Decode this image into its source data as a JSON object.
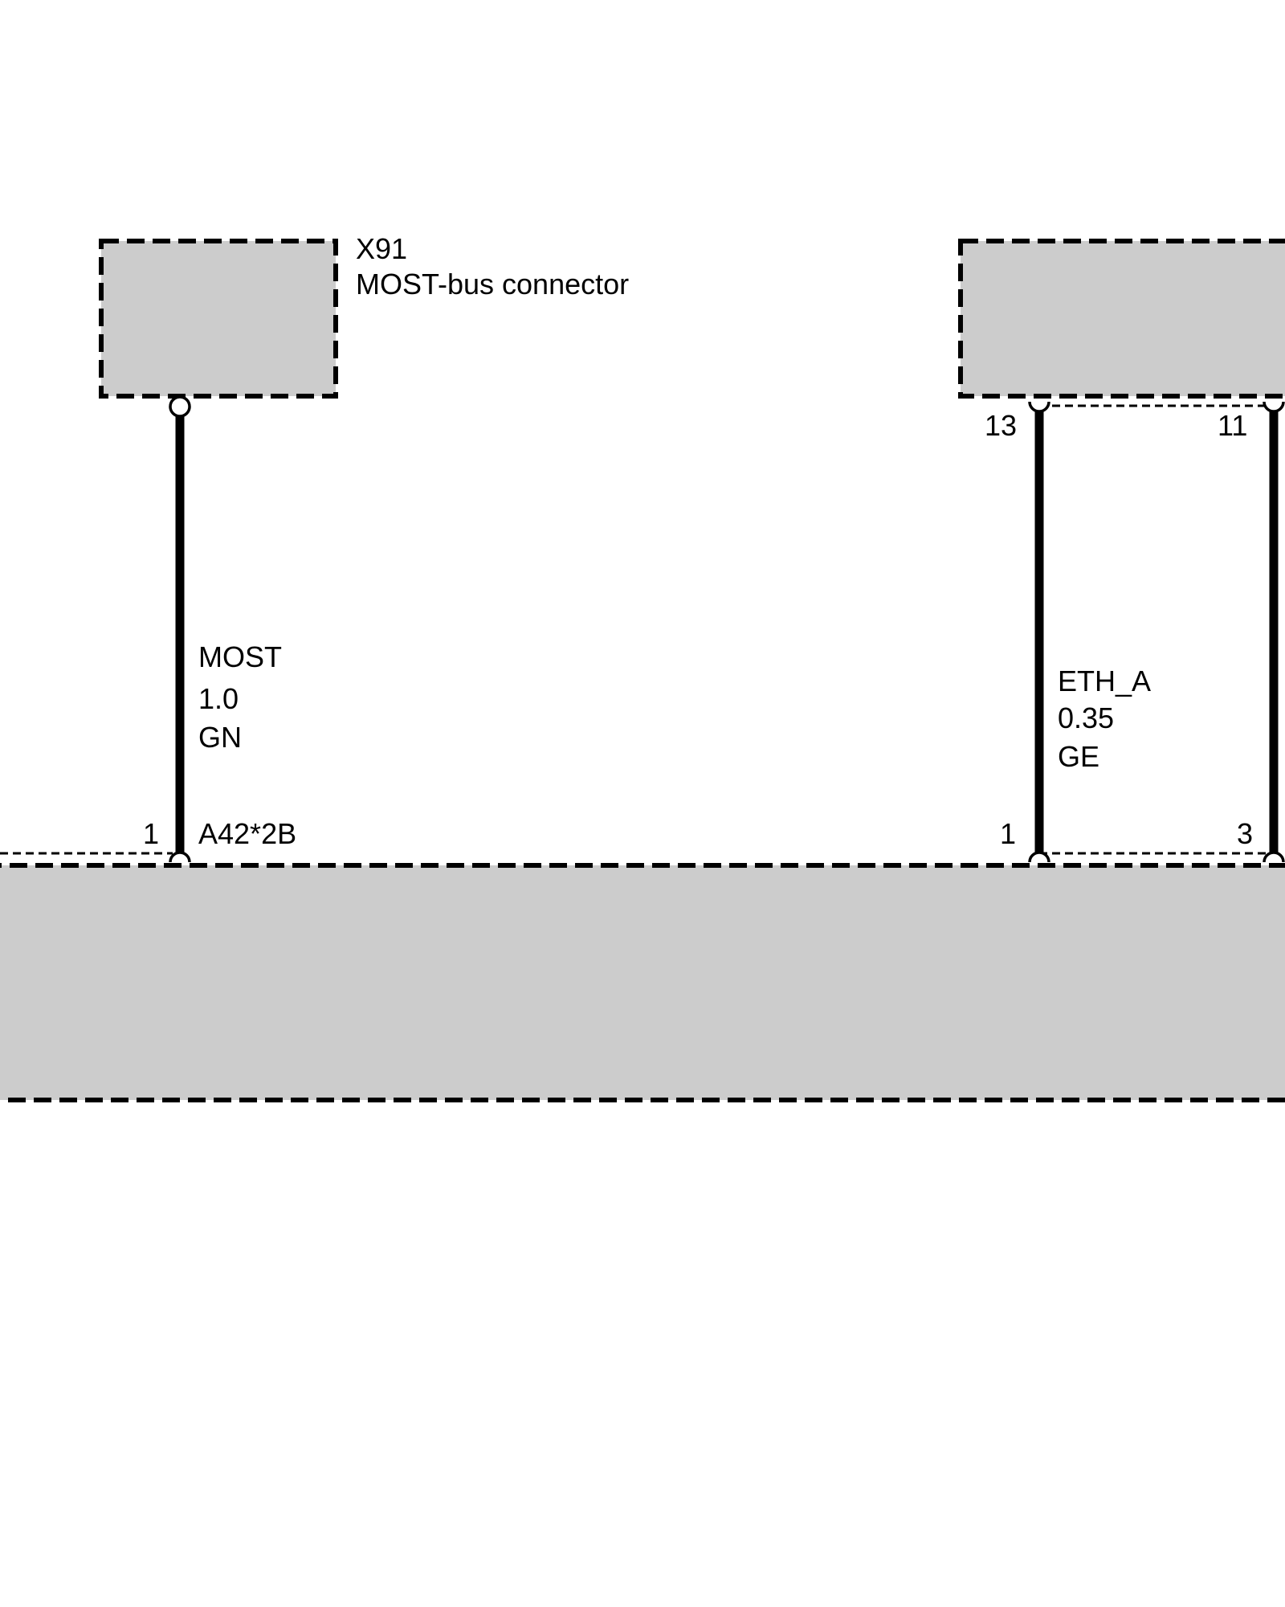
{
  "colors": {
    "background": "#ffffff",
    "component_fill": "#cccccc",
    "line": "#000000"
  },
  "connector_x91": {
    "id": "X91",
    "description": "MOST-bus connector"
  },
  "wire_most": {
    "signal": "MOST",
    "cross_section": "1.0",
    "color_code": "GN",
    "pin_top_marker": "open-circle",
    "pin_bottom": "1",
    "connector_ref": "A42*2B"
  },
  "wire_eth_a": {
    "signal": "ETH_A",
    "cross_section": "0.35",
    "color_code": "GE",
    "pin_top": "13",
    "pin_bottom": "1"
  },
  "wire_right": {
    "pin_top": "11",
    "pin_bottom": "3"
  }
}
